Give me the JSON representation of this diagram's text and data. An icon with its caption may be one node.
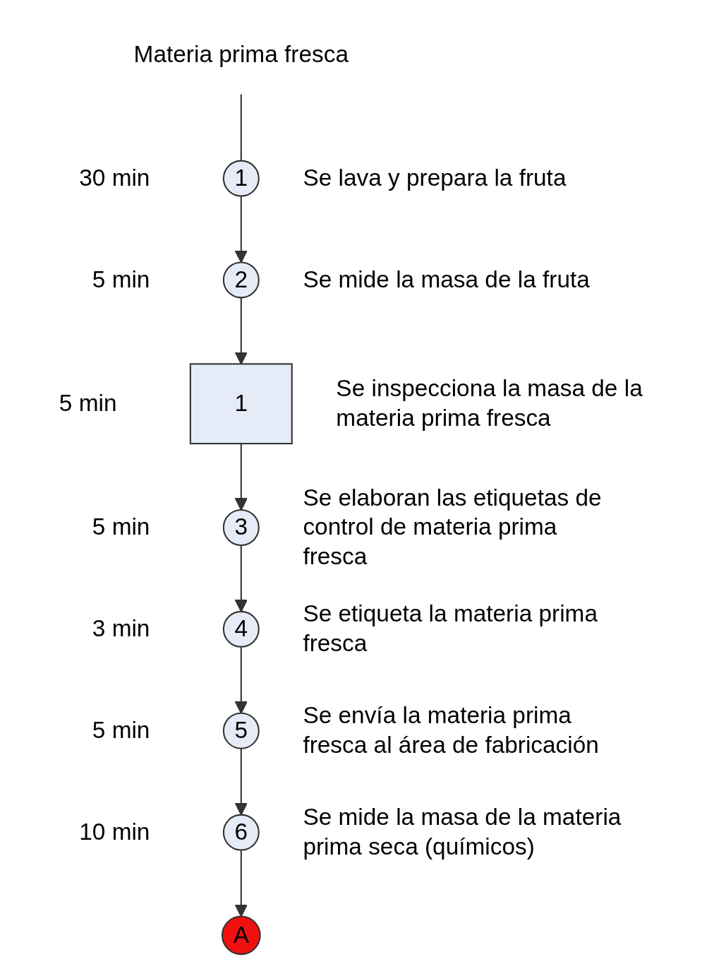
{
  "diagram": {
    "nodes": [
      {
        "text": [
          "Materia prima fresca"
        ]
      },
      {
        "text": [
          "1"
        ],
        "beside": [
          "30 min",
          "Se lava y prepara la fruta"
        ]
      },
      {
        "text": [
          "2"
        ],
        "beside": [
          "5 min",
          "Se mide la masa de la fruta"
        ]
      },
      {
        "text": [
          "1"
        ],
        "beside": [
          "5 min",
          "Se inspecciona la masa de la materia prima fresca"
        ]
      },
      {
        "text": [
          "3"
        ],
        "beside": [
          "5 min",
          "Se elaboran las etiquetas de control de materia prima fresca"
        ]
      },
      {
        "text": [
          "4"
        ],
        "beside": [
          "3 min",
          "Se etiqueta la materia prima fresca"
        ]
      },
      {
        "text": [
          "5"
        ],
        "beside": [
          "5 min",
          "Se envía la materia prima fresca al área de fabricación"
        ]
      },
      {
        "text": [
          "6"
        ],
        "beside": [
          "10 min",
          "Se mide la masa de la materia prima seca (químicos)"
        ]
      },
      {
        "text": [
          "A"
        ]
      }
    ],
    "edges": [
      {
        "from": 0,
        "to": 1,
        "arrow": "none"
      },
      {
        "from": 1,
        "to": 2,
        "arrow": "to"
      },
      {
        "from": 2,
        "to": 3,
        "arrow": "to"
      },
      {
        "from": 3,
        "to": 4,
        "arrow": "to"
      },
      {
        "from": 4,
        "to": 5,
        "arrow": "to"
      },
      {
        "from": 5,
        "to": 6,
        "arrow": "to"
      },
      {
        "from": 6,
        "to": 7,
        "arrow": "to"
      },
      {
        "from": 7,
        "to": 8,
        "arrow": "to"
      }
    ]
  }
}
